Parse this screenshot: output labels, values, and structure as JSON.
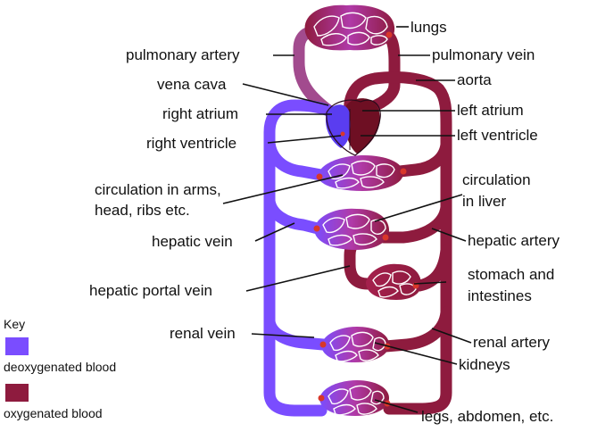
{
  "colors": {
    "deoxygenated": "#7a4dff",
    "oxygenated": "#8e1b3e",
    "capillary_mid": "#b03aa8",
    "heart_dark": "#6e0f23",
    "valve_dot": "#d8372a"
  },
  "labels": {
    "lungs": "lungs",
    "pulmonary_artery": "pulmonary artery",
    "pulmonary_vein": "pulmonary vein",
    "aorta": "aorta",
    "vena_cava": "vena cava",
    "right_atrium": "right atrium",
    "left_atrium": "left atrium",
    "right_ventricle": "right ventricle",
    "left_ventricle": "left ventricle",
    "circ_arms_1": "circulation in arms,",
    "circ_arms_2": "head, ribs etc.",
    "circ_liver_1": "circulation",
    "circ_liver_2": "in liver",
    "hepatic_vein": "hepatic vein",
    "hepatic_artery": "hepatic artery",
    "hepatic_portal_vein": "hepatic portal vein",
    "stomach_1": "stomach and",
    "stomach_2": "intestines",
    "renal_vein": "renal vein",
    "renal_artery": "renal artery",
    "kidneys": "kidneys",
    "legs": "legs, abdomen, etc."
  },
  "key": {
    "title": "Key",
    "items": [
      {
        "label": "deoxygenated blood",
        "color": "#7a4dff"
      },
      {
        "label": "oxygenated blood",
        "color": "#8e1b3e"
      }
    ]
  }
}
